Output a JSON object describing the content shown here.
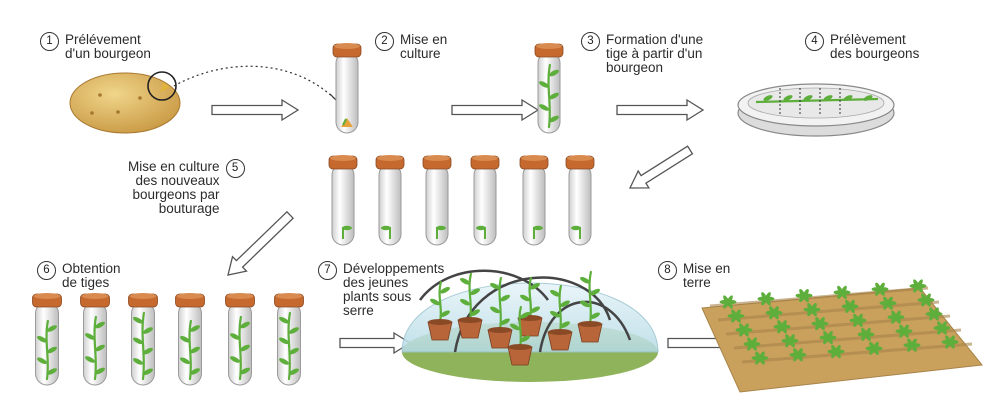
{
  "steps": [
    {
      "num": "1",
      "label": "Prélévement\nd'un bourgeon"
    },
    {
      "num": "2",
      "label": "Mise en\nculture"
    },
    {
      "num": "3",
      "label": "Formation d'une\ntige à partir d'un\nbourgeon"
    },
    {
      "num": "4",
      "label": "Prélèvement\ndes bourgeons"
    },
    {
      "num": "5",
      "label": "Mise en culture\ndes nouveaux\nbourgeons par\nbouturage"
    },
    {
      "num": "6",
      "label": "Obtention\nde tiges"
    },
    {
      "num": "7",
      "label": "Développements\ndes jeunes\nplants sous\nserre"
    },
    {
      "num": "8",
      "label": "Mise en\nterre"
    }
  ],
  "colors": {
    "cork": "#c5692f",
    "tube_glass": "#eeeeee",
    "plant_green": "#5eae3c",
    "potato": "#d9b15a",
    "pot": "#b9653a",
    "soil": "#c9a05c",
    "dome": "#c8e6ef",
    "arrow_outline": "#555555"
  }
}
